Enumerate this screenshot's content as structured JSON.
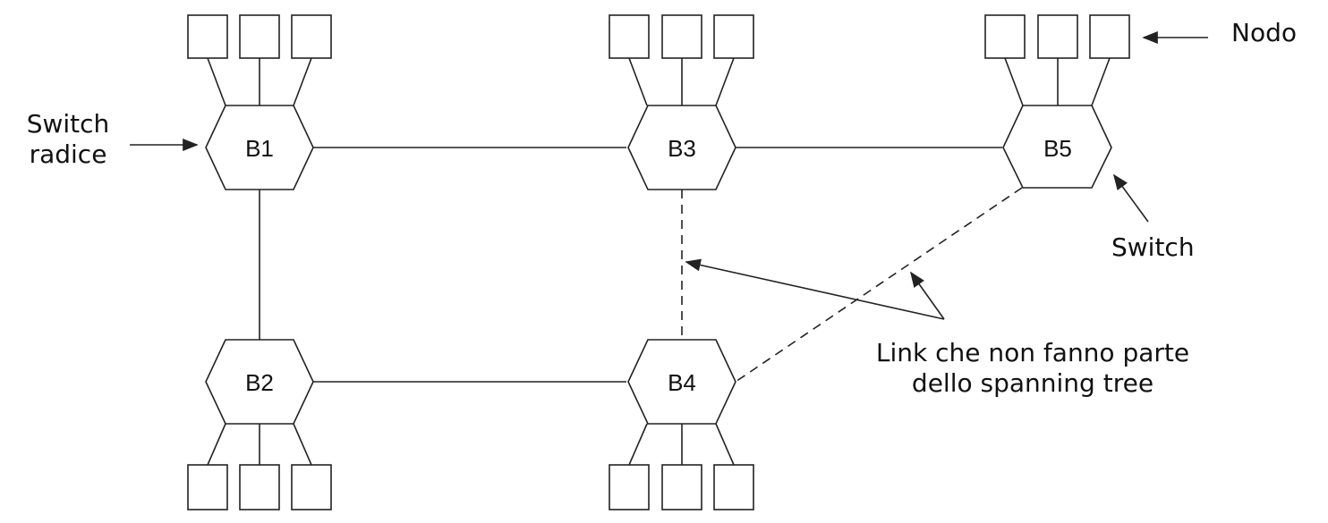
{
  "diagram": {
    "switches": [
      {
        "id": "b1",
        "label": "B1"
      },
      {
        "id": "b2",
        "label": "B2"
      },
      {
        "id": "b3",
        "label": "B3"
      },
      {
        "id": "b4",
        "label": "B4"
      },
      {
        "id": "b5",
        "label": "B5"
      }
    ],
    "labels": {
      "root_switch": [
        "Switch",
        "radice"
      ],
      "node": "Nodo",
      "switch": "Switch",
      "excluded_links": [
        "Link che non fanno parte",
        "dello spanning tree"
      ]
    },
    "links": {
      "spanning_tree": [
        [
          "B1",
          "B3"
        ],
        [
          "B3",
          "B5"
        ],
        [
          "B1",
          "B2"
        ],
        [
          "B2",
          "B4"
        ]
      ],
      "not_in_tree": [
        [
          "B3",
          "B4"
        ],
        [
          "B5",
          "B4"
        ]
      ]
    },
    "nodes_per_switch": 3
  }
}
